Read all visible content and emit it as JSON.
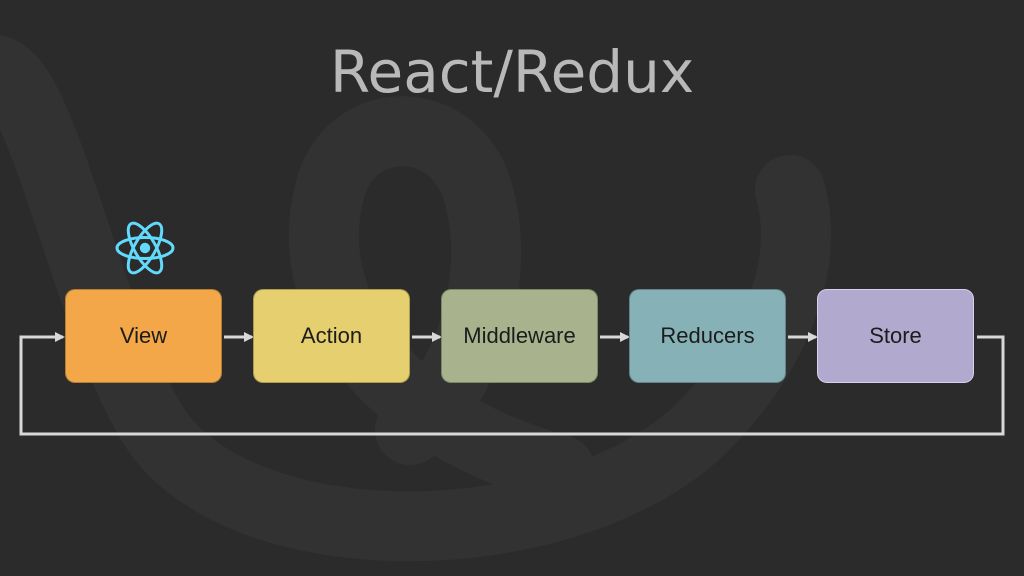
{
  "title": "React/Redux",
  "nodes": [
    {
      "label": "View",
      "color": "#f3a748"
    },
    {
      "label": "Action",
      "color": "#e6cf6e"
    },
    {
      "label": "Middleware",
      "color": "#a8b38e"
    },
    {
      "label": "Reducers",
      "color": "#86b1b6"
    },
    {
      "label": "Store",
      "color": "#b2a9cf"
    }
  ],
  "icons": {
    "react": "react-atom-icon",
    "background": "redux-swirl-logo"
  },
  "colors": {
    "background": "#2b2b2b",
    "connector": "#d8d8d8",
    "react": "#61dafb",
    "title": "#b9b9b9"
  }
}
